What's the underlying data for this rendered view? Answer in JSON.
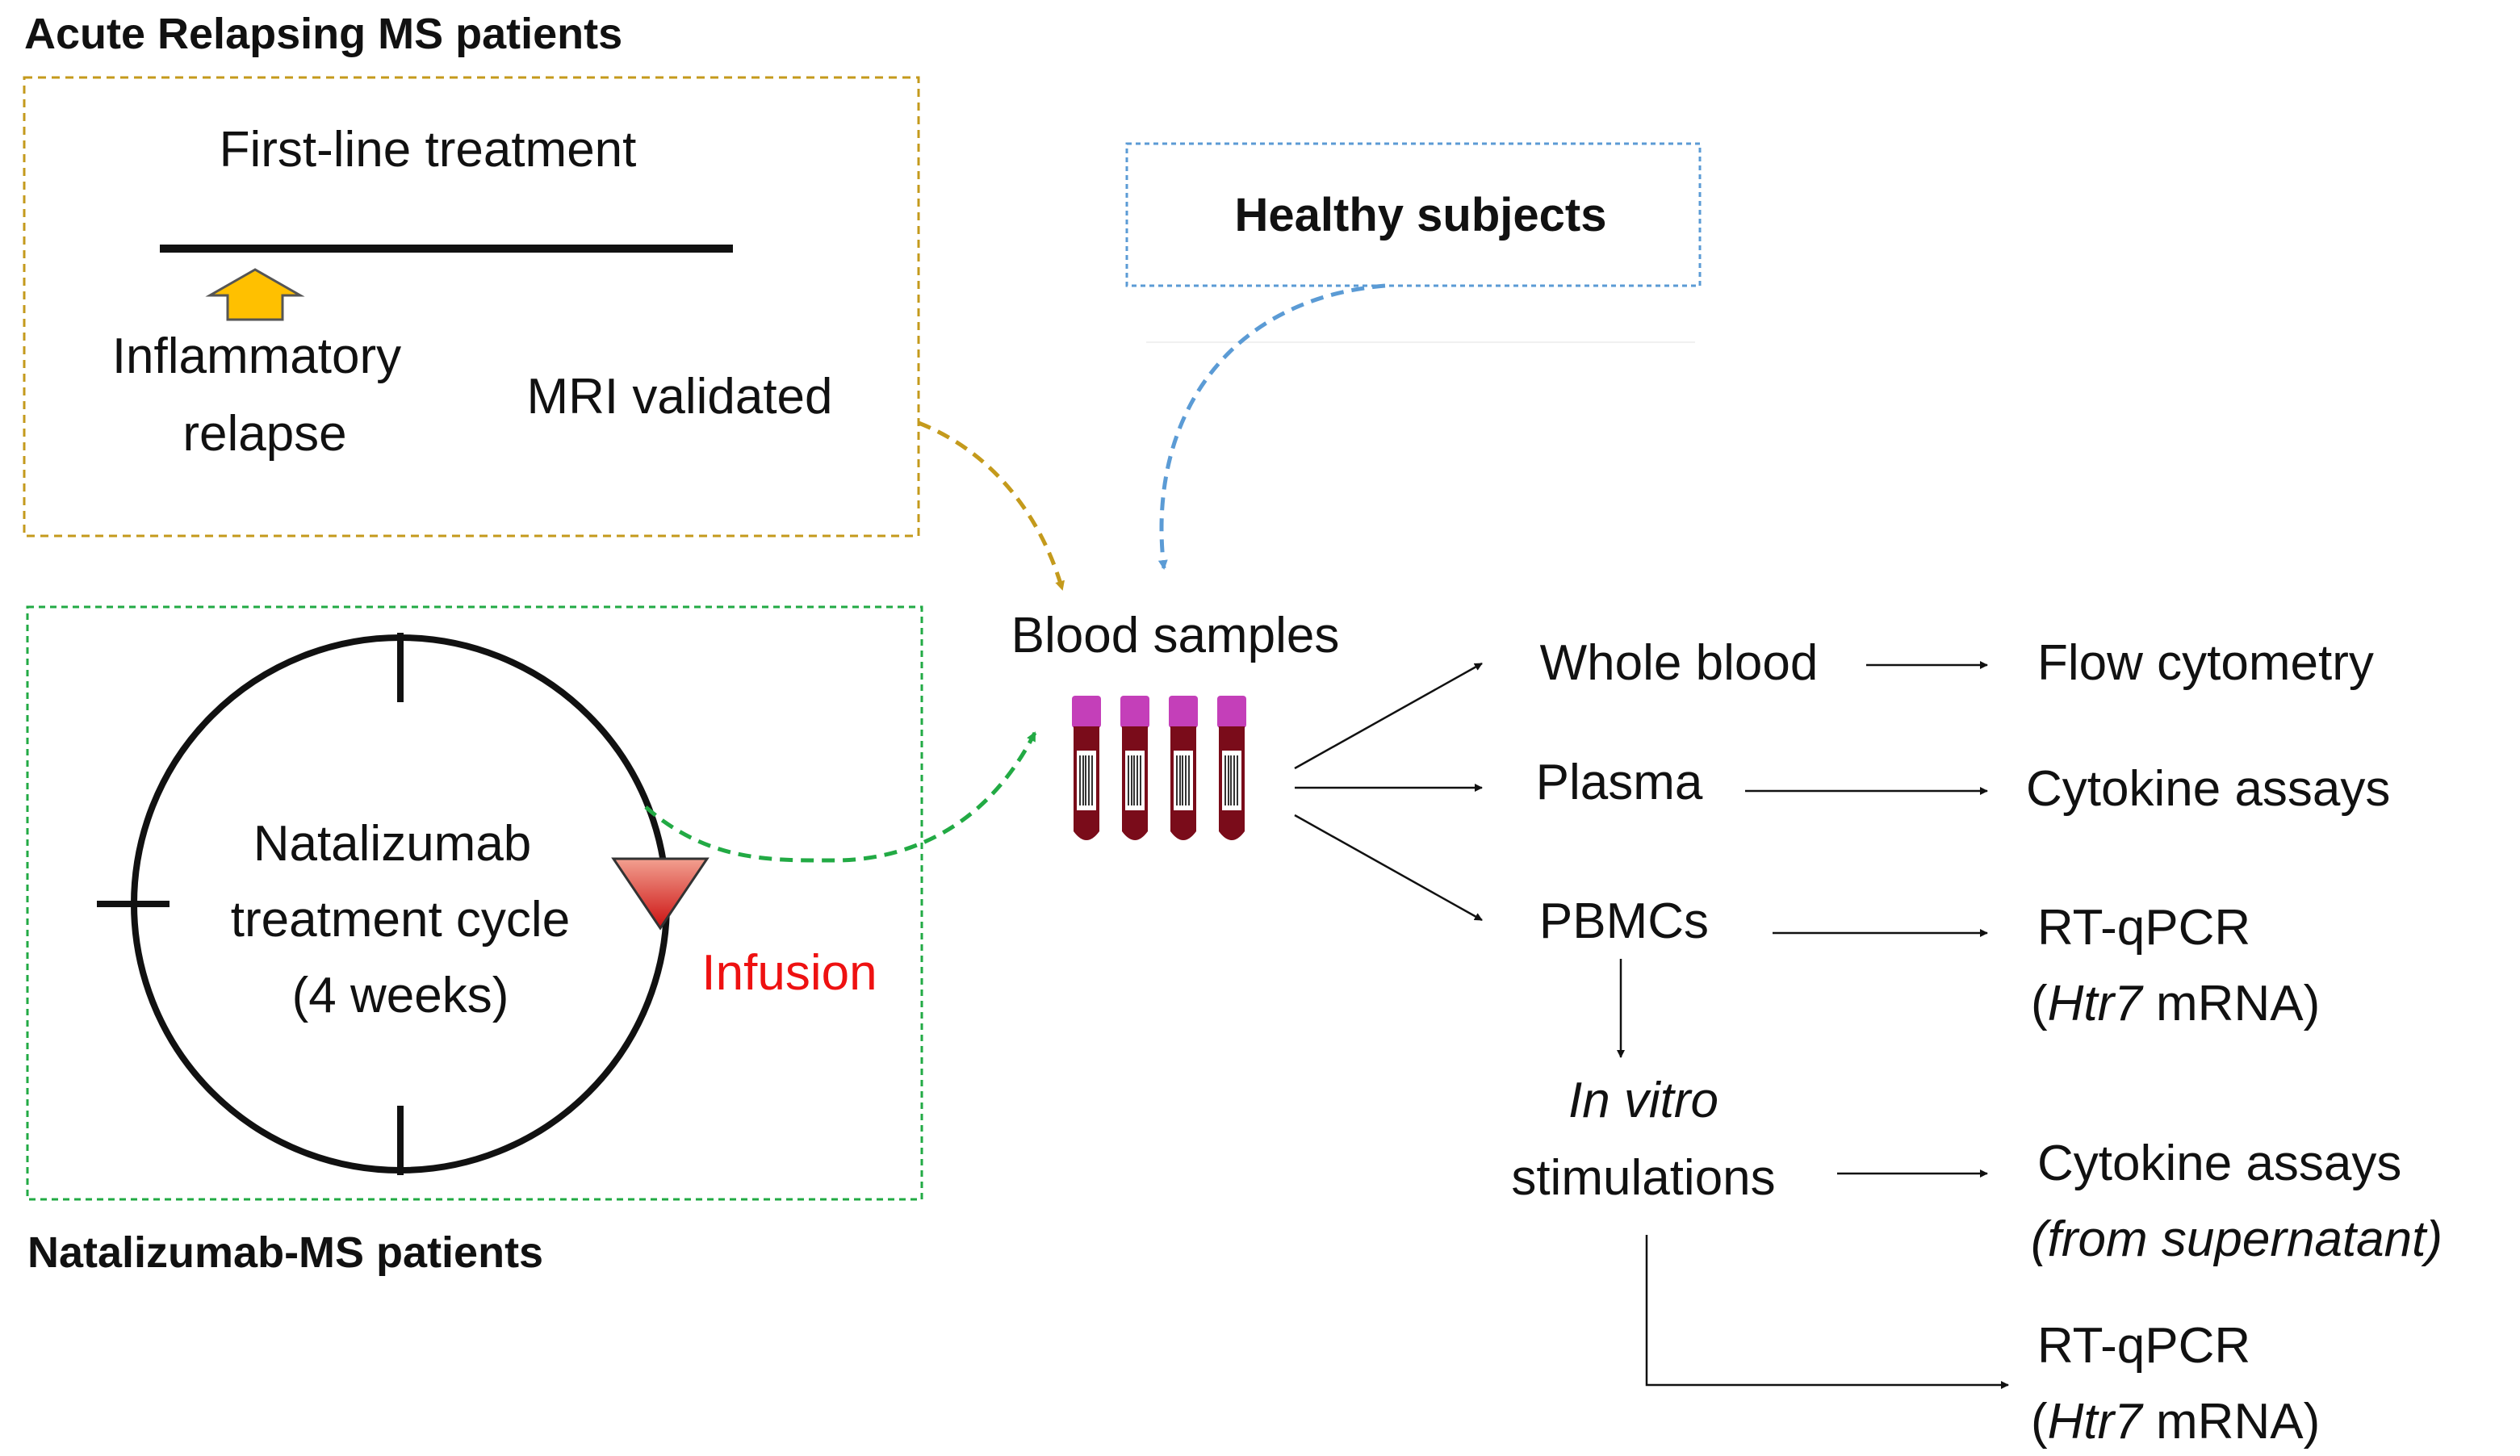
{
  "arms": {
    "acute": {
      "title": "Acute Relapsing MS patients",
      "treatment": "First-line treatment",
      "relapse_line1": "Inflammatory",
      "relapse_line2": "relapse",
      "mri": "MRI validated",
      "color": "#c49a1c"
    },
    "healthy": {
      "title": "Healthy subjects",
      "color": "#5b9bd5"
    },
    "natalizumab": {
      "title": "Natalizumab-MS patients",
      "cycle_line1": "Natalizumab",
      "cycle_line2": "treatment cycle",
      "cycle_line3": "(4 weeks)",
      "infusion": "Infusion",
      "color": "#22aa44",
      "infusion_color": "#ee1111"
    }
  },
  "blood": {
    "label": "Blood samples",
    "tube_cap_color": "#c43fb9",
    "tube_body_color": "#7a0c1a"
  },
  "fractions": {
    "whole_blood": "Whole blood",
    "plasma": "Plasma",
    "pbmcs": "PBMCs",
    "in_vitro_italic": "In vitro",
    "stimulations": "stimulations"
  },
  "assays": {
    "flow": "Flow cytometry",
    "cytokine_plasma": "Cytokine assays",
    "rtqpcr_1": "RT-qPCR",
    "htr7_gene_1": "Htr7",
    "mrna_1": " mRNA",
    "paren_open_1": "(",
    "paren_close_1": ")",
    "cytokine_sup": "Cytokine assays",
    "supernatant": "(from supernatant)",
    "rtqpcr_2": "RT-qPCR",
    "htr7_gene_2": "Htr7",
    "mrna_2": " mRNA",
    "paren_open_2": "(",
    "paren_close_2": ")"
  }
}
